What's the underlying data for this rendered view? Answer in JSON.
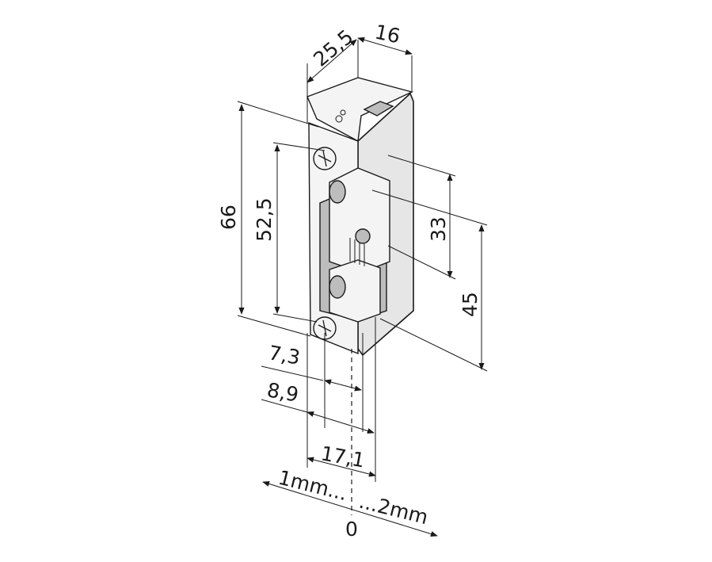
{
  "dimensions": {
    "depth": "25,5",
    "width_top": "16",
    "height_total": "66",
    "height_inner": "52,5",
    "lip_upper": "33",
    "lip_lower": "45",
    "offset_a": "7,3",
    "offset_b": "8,9",
    "width_bottom": "17,1"
  },
  "adjustment": {
    "left_label": "1mm...",
    "right_label": "...2mm",
    "zero_label": "0"
  },
  "colors": {
    "stroke": "#1a1a1a",
    "shade": "#e6e6e6",
    "dark": "#bdbdbd"
  }
}
